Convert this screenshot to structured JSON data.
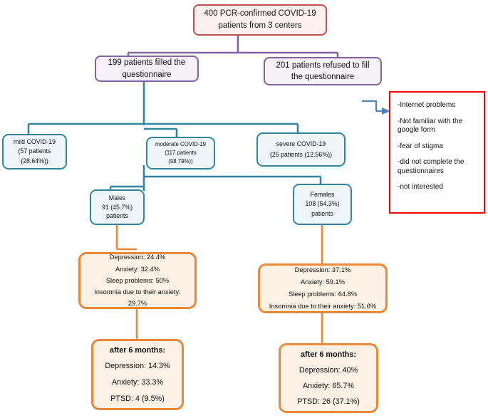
{
  "diagram": {
    "title": "COVID-19 patient recruitment and psychiatric outcomes flowchart",
    "colors": {
      "red": "#C0504D",
      "purple": "#8064A2",
      "teal": "#31859C",
      "orange": "#E8883A",
      "reasons_border": "#FF0000",
      "arrow_blue": "#4F81BD"
    }
  },
  "nodes": {
    "total": {
      "line1": "400 PCR-confirmed COVID-19",
      "line2": "patients from 3 centers"
    },
    "filled": {
      "line1": "199 patients  filled the",
      "line2": "questionnaire"
    },
    "refused": {
      "line1": "201 patients refused to fill",
      "line2": "the questionnaire"
    },
    "mild": {
      "line1": "mild COVID-19",
      "line2": "(57 patients",
      "line3": "(28.64%))"
    },
    "moderate": {
      "line1": "moderate COVID-19",
      "line2": "(117 patients",
      "line3": "(58.79%))"
    },
    "severe": {
      "line1": "severe COVID-19",
      "line2": "(25 patients (12.56%))"
    },
    "males": {
      "line1": "Males",
      "line2": "91 (45.7%)",
      "line3": "patients"
    },
    "females": {
      "line1": "Females",
      "line2": "108  (54.3%)",
      "line3": "patients"
    },
    "males_symptoms": {
      "line1": "Depression:  24.4%",
      "line2": "Anxiety: 32.4%",
      "line3": "Sleep problems: 50%",
      "line4": "Insomnia due to their anxiety:",
      "line5": "29.7%"
    },
    "females_symptoms": {
      "line1": "Depression:  37.1%",
      "line2": "Anxiety: 59.1%",
      "line3": "Sleep problems: 64.8%",
      "line4": "Insomnia due to their anxiety: 51.6%"
    },
    "males_followup": {
      "line1": "after 6 months:",
      "line2": "Depression: 14.3%",
      "line3": "Anxiety:  33.3%",
      "line4": "PTSD: 4 (9.5%)"
    },
    "females_followup": {
      "line1": "after 6 months:",
      "line2": "Depression: 40%",
      "line3": "Anxiety: 65.7%",
      "line4": "PTSD: 26 (37.1%)"
    },
    "refusal_reasons": {
      "r1": "-Internet problems",
      "r2": "-Not familiar with the google form",
      "r3": "-fear of stigma",
      "r4": "-did not complete the questionnaires",
      "r5": "-not interested"
    }
  }
}
